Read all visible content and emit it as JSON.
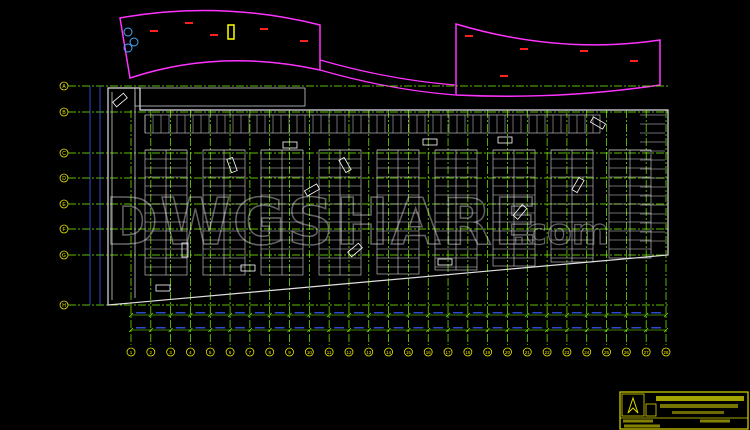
{
  "drawing": {
    "type": "parking floor plan (CAD)",
    "colors": {
      "background": "#000000",
      "grid": "#7CFC00",
      "stalls": "#d8d8d8",
      "building_outline": "#ff33ff",
      "dimensions": "#3a5cff",
      "bubbles": "#e8e800",
      "title_block": "#d8d800",
      "red_elements": "#ff2020"
    },
    "row_axes": [
      "A",
      "B",
      "C",
      "D",
      "E",
      "F",
      "G",
      "H"
    ],
    "column_axes": [
      "1",
      "2",
      "3",
      "4",
      "5",
      "6",
      "7",
      "8",
      "9",
      "10",
      "11",
      "12",
      "13",
      "14",
      "15",
      "16",
      "17",
      "18",
      "19",
      "20",
      "21",
      "22",
      "23",
      "24",
      "25",
      "26",
      "27",
      "28"
    ]
  },
  "watermark": {
    "text": "DWGSHARE",
    "suffix": ".com"
  },
  "title_block": {
    "logo_icon": "north-arrow-icon"
  }
}
